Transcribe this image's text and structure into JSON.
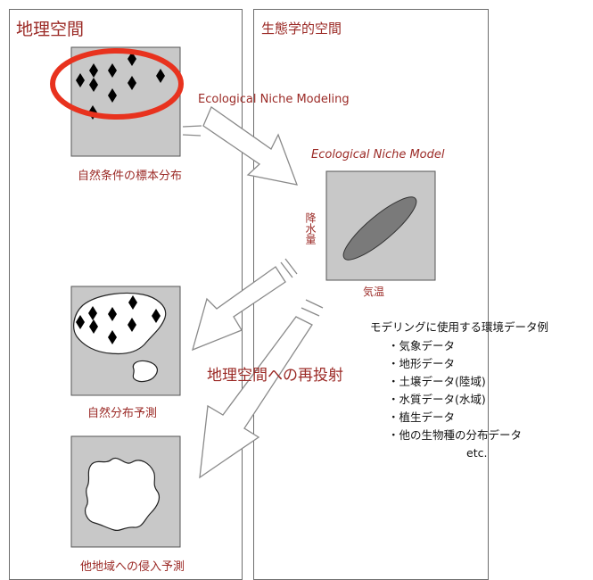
{
  "left_panel": {
    "title": "地理空間"
  },
  "right_panel": {
    "title": "生態学的空間"
  },
  "arrows": {
    "modeling_label": "Ecological Niche Modeling",
    "reprojection_label": "地理空間への再投射"
  },
  "model": {
    "label": "Ecological Niche Model",
    "y_axis_label": "降水量",
    "x_axis_label": "気温"
  },
  "maps": [
    {
      "caption": "自然条件の標本分布"
    },
    {
      "caption": "自然分布予測"
    },
    {
      "caption": "他地域への侵入予測"
    }
  ],
  "env_data": {
    "heading": "モデリングに使用する環境データ例",
    "items": [
      "・気象データ",
      "・地形データ",
      "・土壌データ(陸域)",
      "・水質データ(水域)",
      "・植生データ",
      "・他の生物種の分布データ"
    ],
    "etc": "etc."
  },
  "colors": {
    "accent": "#9b2a26",
    "highlight_ellipse": "#e8321e",
    "map_background": "#c8c8c8",
    "niche_ellipse": "#7a7a7a"
  }
}
